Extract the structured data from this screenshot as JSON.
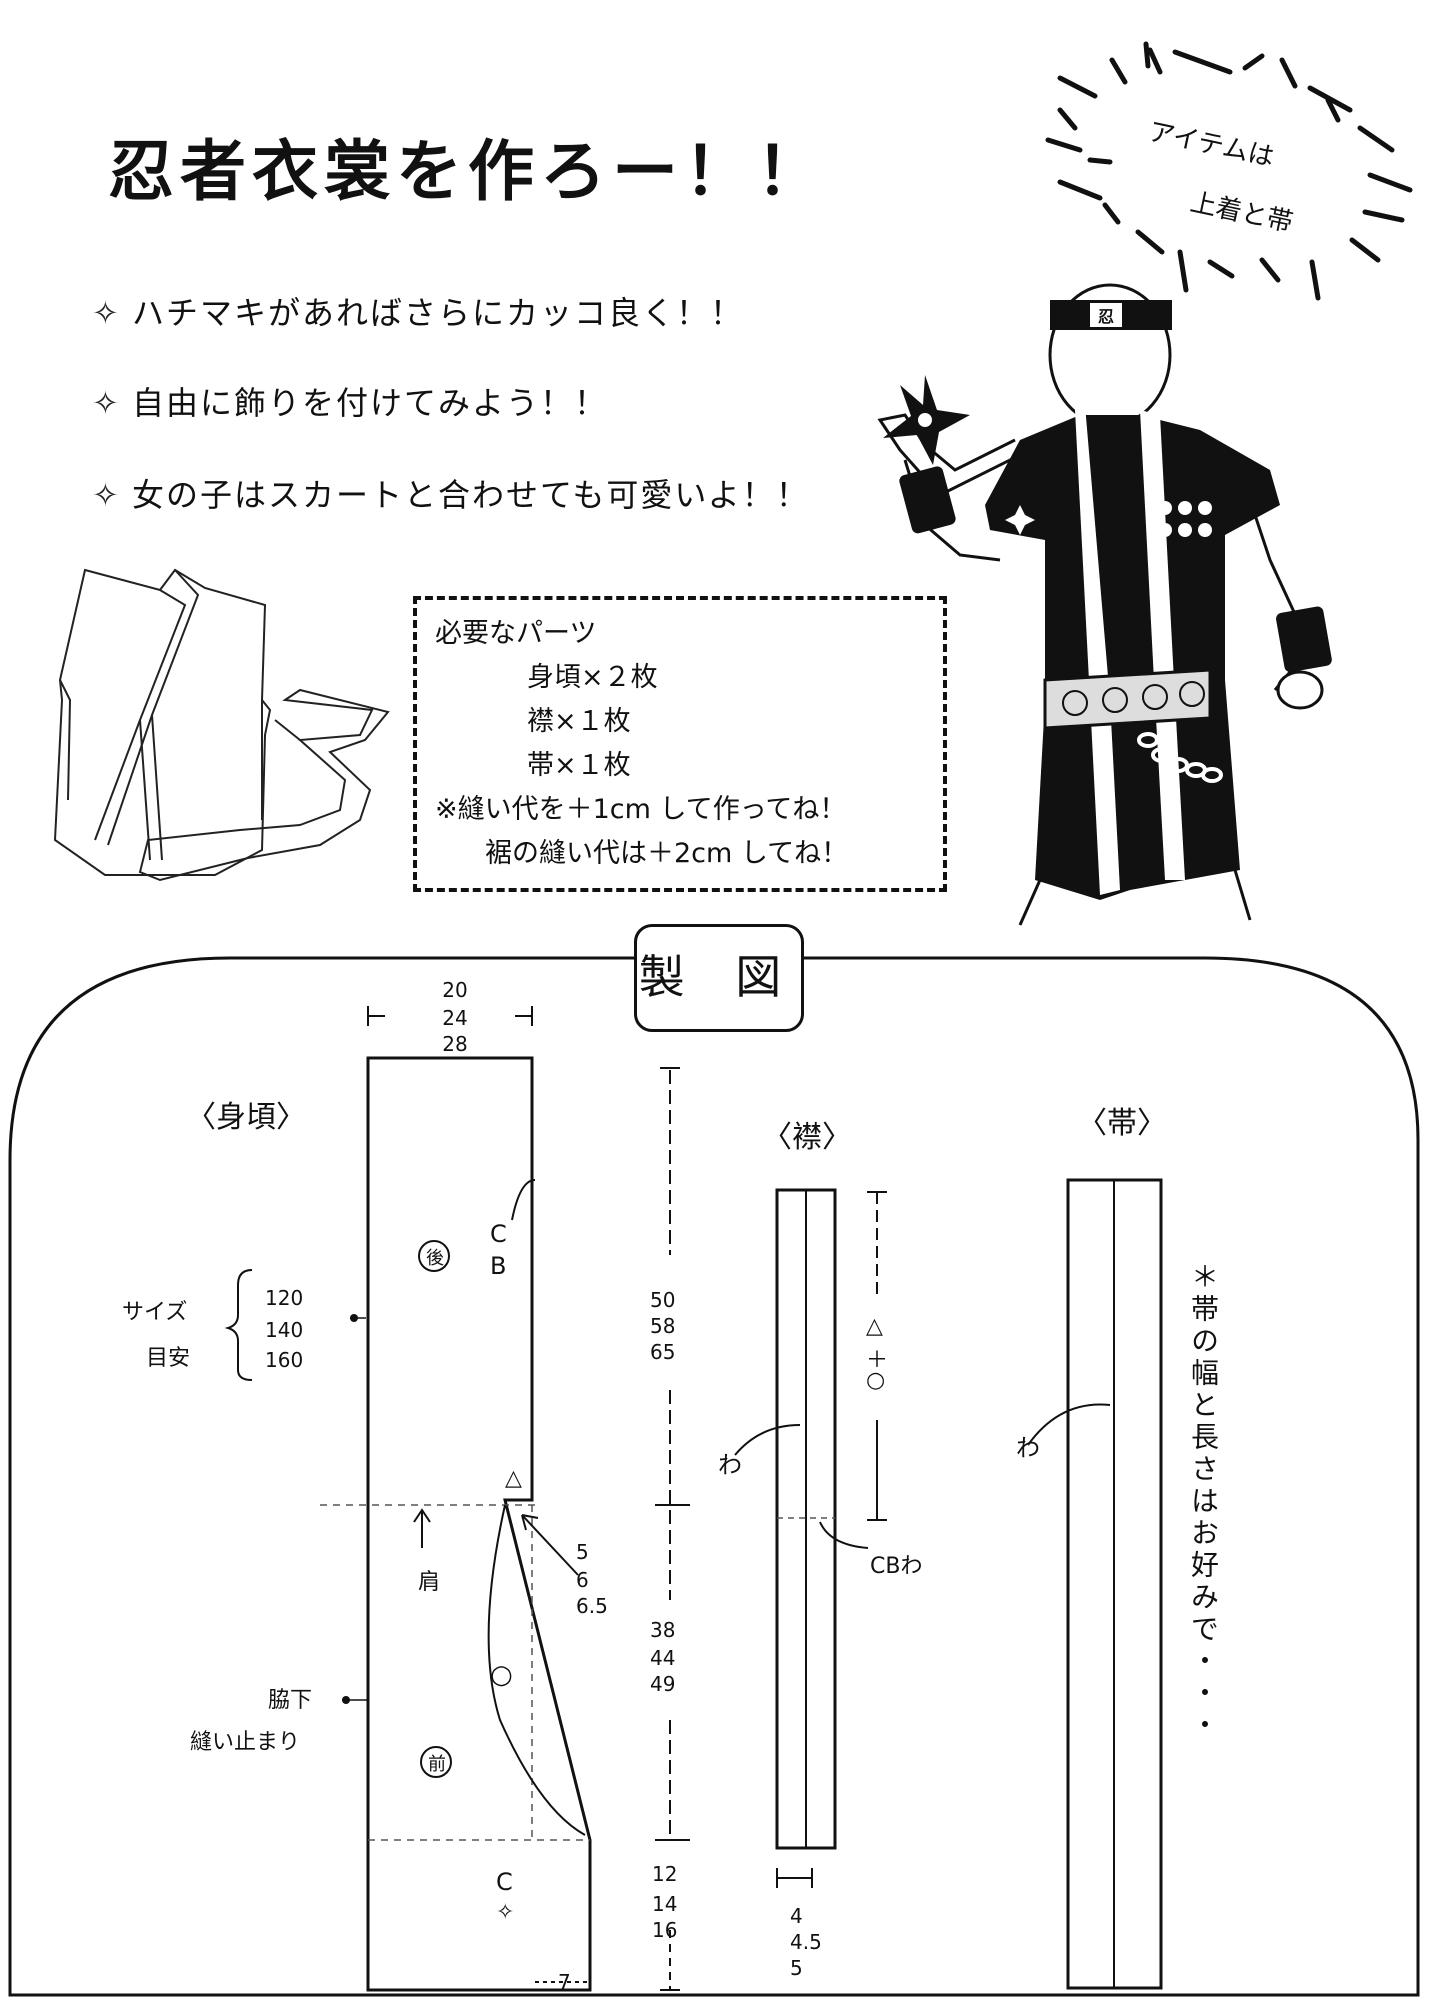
{
  "header": {
    "title": "忍者衣裳を作ろー！！"
  },
  "burst": {
    "line1": "アイテムは",
    "line2": "上着と帯"
  },
  "tips": {
    "star": "✧",
    "items": [
      "ハチマキがあればさらにカッコ良く！！",
      "自由に飾りを付けてみよう！！",
      "女の子はスカートと合わせても可愛いよ！！"
    ]
  },
  "ninja": {
    "headband_mark": "忍"
  },
  "parts": {
    "heading": "必要なパーツ",
    "items": [
      "身頃×２枚",
      "襟×１枚",
      "帯×１枚"
    ],
    "note1": "※縫い代を＋1cm して作ってね！",
    "note2": "裾の縫い代は＋2cm してね！"
  },
  "pattern": {
    "heading": "製 図",
    "body": {
      "label": "〈身頃〉",
      "width_values": [
        "20",
        "24",
        "28"
      ],
      "cb": [
        "C",
        "B"
      ],
      "back_mark": "後",
      "front_mark": "前",
      "size_label": [
        "サイズ",
        "目安"
      ],
      "sizes": [
        "120",
        "140",
        "160"
      ],
      "upper_length": [
        "50",
        "58",
        "65"
      ],
      "lower_length": [
        "38",
        "44",
        "49"
      ],
      "hem_length": [
        "12",
        "14",
        "16"
      ],
      "neck_drop": [
        "5",
        "6",
        "6.5"
      ],
      "shoulder": "肩",
      "triangle": "△",
      "circle": "○",
      "underarm": [
        "脇下",
        "縫い止まり"
      ],
      "cf": [
        "C",
        "✧"
      ],
      "bottom_width": "7"
    },
    "collar": {
      "label": "〈襟〉",
      "length_mark": [
        "△",
        "＋",
        "○"
      ],
      "fold": "わ",
      "cb_fold": "CBわ",
      "widths": [
        "4",
        "4.5",
        "5"
      ]
    },
    "belt": {
      "label": "〈帯〉",
      "fold": "わ",
      "note": "＊帯の幅と長さはお好みで・・・"
    }
  }
}
